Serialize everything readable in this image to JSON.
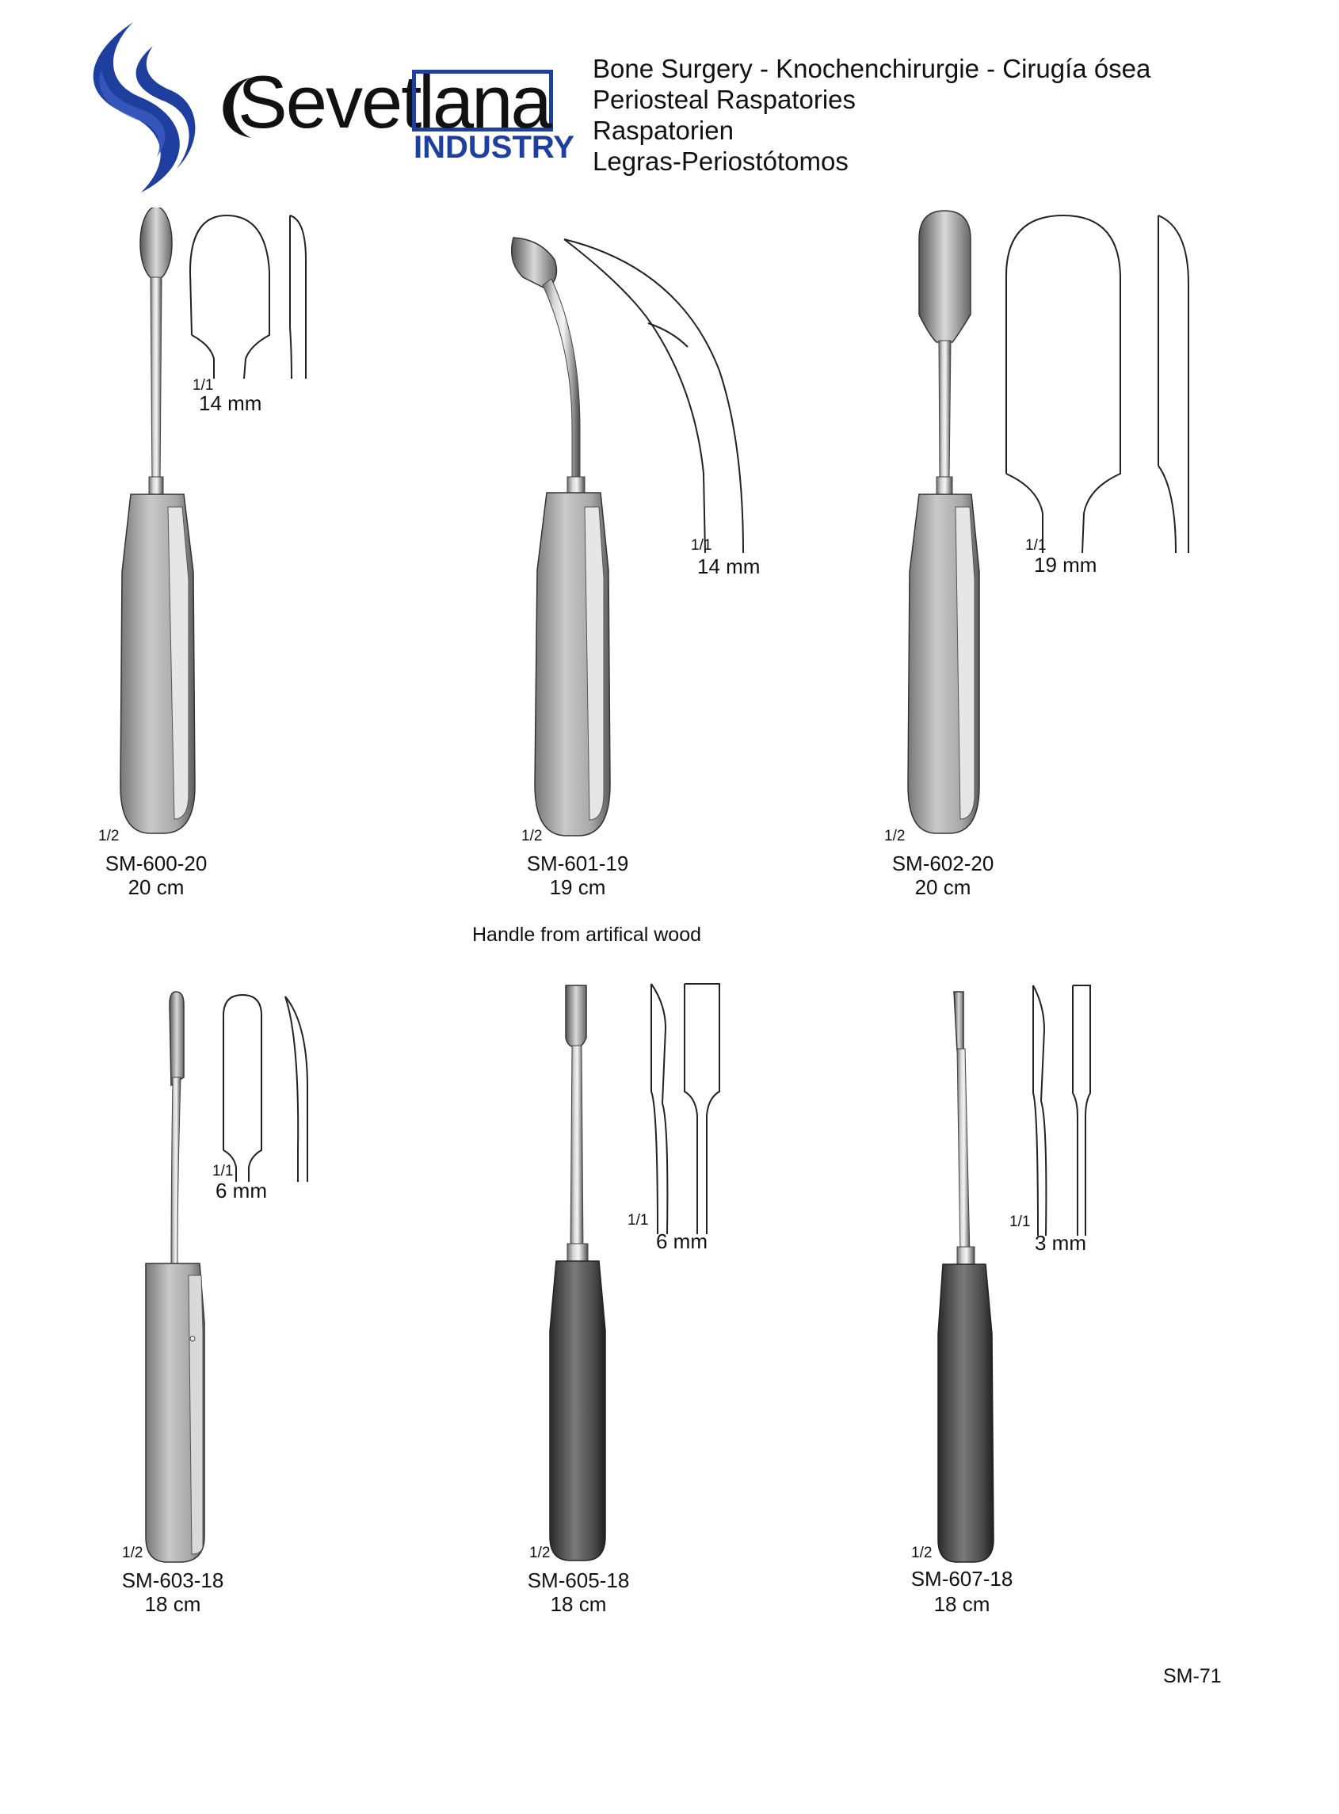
{
  "brand": {
    "name_left": "Sevet",
    "name_box": "lana",
    "sub": "INDUSTRY",
    "color": "#1f3f9e"
  },
  "header": {
    "lines": [
      "Bone Surgery  -  Knochenchirurgie  -  Cirugía ósea",
      "Periosteal Raspatories",
      "Raspatorien",
      "Legras-Periostótomos"
    ]
  },
  "note": "Handle from artifical wood",
  "page_number": "SM-71",
  "items": [
    {
      "code": "SM-600-20",
      "length": "20 cm",
      "scale_tool": "1/2",
      "scale_detail": "1/1",
      "width": "14 mm"
    },
    {
      "code": "SM-601-19",
      "length": "19 cm",
      "scale_tool": "1/2",
      "scale_detail": "1/1",
      "width": "14 mm"
    },
    {
      "code": "SM-602-20",
      "length": "20 cm",
      "scale_tool": "1/2",
      "scale_detail": "1/1",
      "width": "19 mm"
    },
    {
      "code": "SM-603-18",
      "length": "18 cm",
      "scale_tool": "1/2",
      "scale_detail": "1/1",
      "width": "6 mm"
    },
    {
      "code": "SM-605-18",
      "length": "18 cm",
      "scale_tool": "1/2",
      "scale_detail": "1/1",
      "width": "6 mm"
    },
    {
      "code": "SM-607-18",
      "length": "18 cm",
      "scale_tool": "1/2",
      "scale_detail": "1/1",
      "width": "3 mm"
    }
  ]
}
